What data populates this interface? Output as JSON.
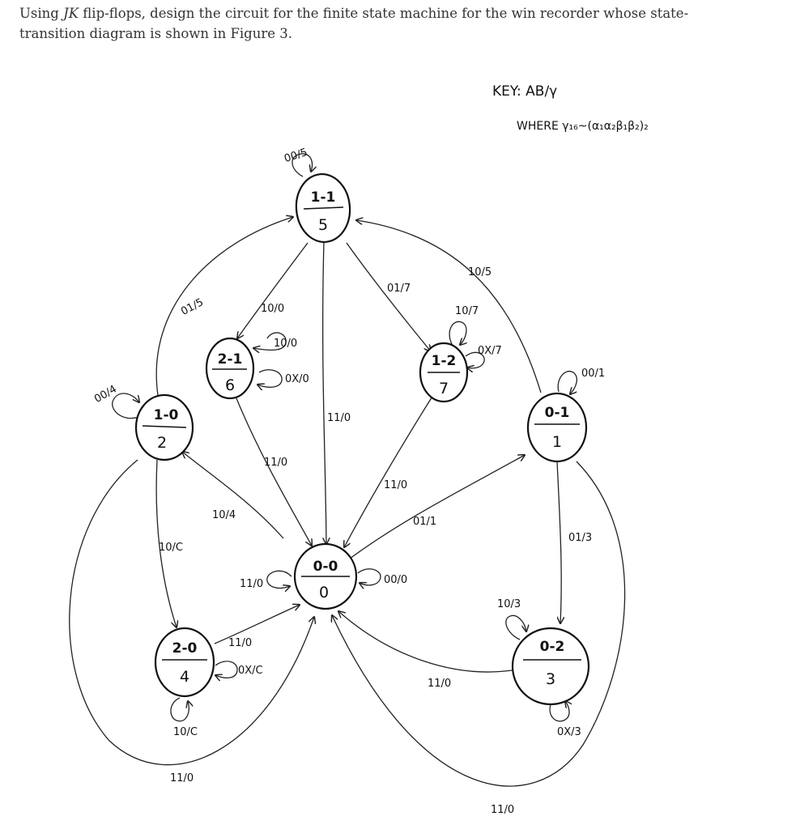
{
  "question": {
    "pre": "Using ",
    "jk": "JK",
    "line1_rest": " flip-flops, design the circuit for the finite state machine for the win recorder whose state-",
    "line2": "transition diagram is shown in Figure 3."
  },
  "key": {
    "line1": "KEY: AB/γ",
    "line2": "WHERE γ₁₆~(α₁α₂β₁β₂)₂"
  },
  "states": {
    "s11": {
      "name": "1-1",
      "out": "5"
    },
    "s21": {
      "name": "2-1",
      "out": "6"
    },
    "s12": {
      "name": "1-2",
      "out": "7"
    },
    "s10": {
      "name": "1-0",
      "out": "2"
    },
    "s01": {
      "name": "0-1",
      "out": "1"
    },
    "s00": {
      "name": "0-0",
      "out": "0"
    },
    "s20": {
      "name": "2-0",
      "out": "4"
    },
    "s02": {
      "name": "0-2",
      "out": "3"
    }
  },
  "labels": {
    "s11_self": "00/5",
    "s10_s11": "01/5",
    "s11_s21": "10/0",
    "s21_self_10": "10/0",
    "s21_self_0x": "0X/0",
    "s11_s12": "01/7",
    "s12_self_10": "10/7",
    "s12_self_0x": "0X/7",
    "s01_s11": "10/5",
    "s01_self": "00/1",
    "s10_self": "00/4",
    "s11_s00": "11/0",
    "s21_s00": "11/0",
    "s12_s00": "11/0",
    "s00_s10": "10/4",
    "s00_s01": "01/1",
    "s01_s02": "01/3",
    "s10_s20": "10/C",
    "s00_self_11": "11/0",
    "s00_self_00": "00/0",
    "s02_self_10": "10/3",
    "s20_s00": "11/0",
    "s20_self_0x": "0X/C",
    "s02_s00": "11/0",
    "s20_self_10": "10/C",
    "s02_self_0x": "0X/3",
    "s10_s00_outer": "11/0",
    "s01_s00_outer": "11/0"
  }
}
